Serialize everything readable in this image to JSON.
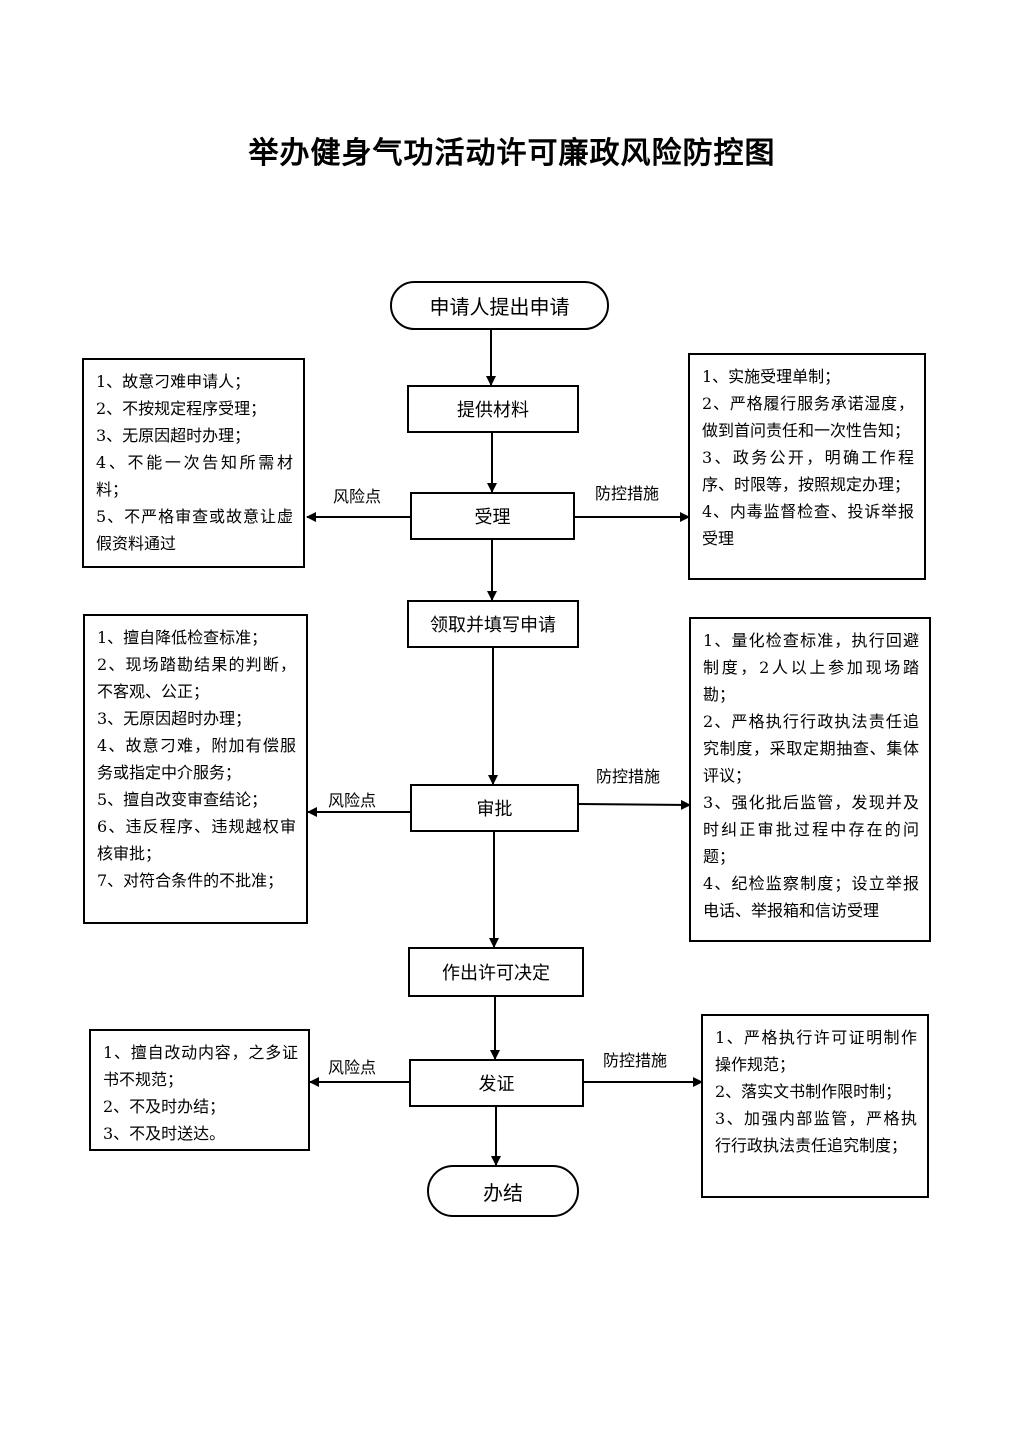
{
  "title": "举办健身气功活动许可廉政风险防控图",
  "flow": {
    "start": "申请人提出申请",
    "step1": "提供材料",
    "step2": "受理",
    "step3": "领取并填写申请",
    "step4": "审批",
    "step5": "作出许可决定",
    "step6": "发证",
    "end": "办结"
  },
  "labels": {
    "risk": "风险点",
    "control": "防控措施"
  },
  "risks": {
    "accept": [
      "1、故意刁难申请人；",
      "2、不按规定程序受理；",
      "3、无原因超时办理；",
      "4、不能一次告知所需材料；",
      "5、不严格审查或故意让虚假资料通过"
    ],
    "approve": [
      "1、擅自降低检查标准；",
      "2、现场踏勘结果的判断，不客观、公正；",
      "3、无原因超时办理；",
      "4、故意刁难，附加有偿服务或指定中介服务；",
      "5、擅自改变审查结论；",
      "6、违反程序、违规越权审核审批；",
      "7、对符合条件的不批准；"
    ],
    "issue": [
      "1、擅自改动内容，之多证书不规范；",
      "2、不及时办结；",
      "3、不及时送达。"
    ]
  },
  "controls": {
    "accept": [
      "1、实施受理单制；",
      "2、严格履行服务承诺湿度，做到首问责任和一次性告知；",
      "3、政务公开，明确工作程序、时限等，按照规定办理；",
      "4、内毒监督检查、投诉举报受理"
    ],
    "approve": [
      "1、量化检查标准，执行回避制度，2人以上参加现场踏勘；",
      "2、严格执行行政执法责任追究制度，采取定期抽查、集体评议；",
      "3、强化批后监管，发现并及时纠正审批过程中存在的问题；",
      "4、纪检监察制度；设立举报电话、举报箱和信访受理"
    ],
    "issue": [
      "1、严格执行许可证明制作操作规范；",
      "2、落实文书制作限时制；",
      "3、加强内部监管，严格执行行政执法责任追究制度；"
    ]
  }
}
